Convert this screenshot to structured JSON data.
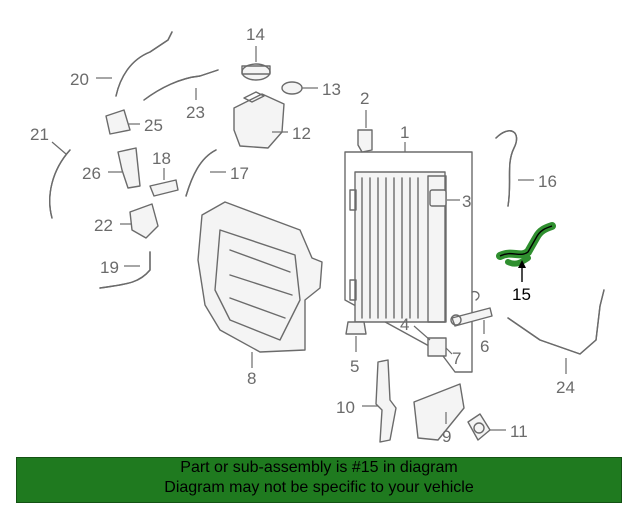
{
  "callouts": {
    "c1": "1",
    "c2": "2",
    "c3": "3",
    "c4": "4",
    "c5": "5",
    "c6": "6",
    "c7": "7",
    "c8": "8",
    "c9": "9",
    "c10": "10",
    "c11": "11",
    "c12": "12",
    "c13": "13",
    "c14": "14",
    "c15": "15",
    "c16": "16",
    "c17": "17",
    "c18": "18",
    "c19": "19",
    "c20": "20",
    "c21": "21",
    "c22": "22",
    "c23": "23",
    "c24": "24",
    "c25": "25"
  },
  "highlight": {
    "part_number": "15",
    "color": "#2f8f2f"
  },
  "banner": {
    "line1": "Part or sub-assembly is #15 in diagram",
    "line2": "Diagram may not be specific to your vehicle",
    "background": "#1f7a1f"
  }
}
